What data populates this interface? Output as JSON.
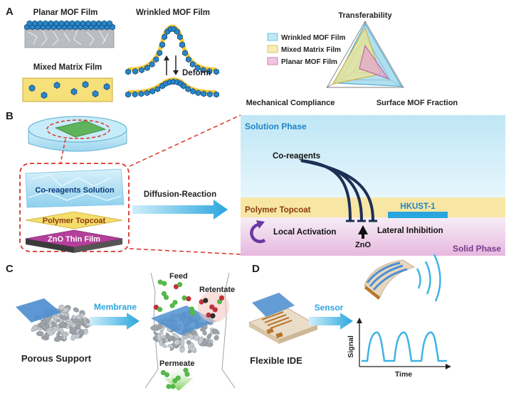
{
  "panel_labels": {
    "a": "A",
    "b": "B",
    "c": "C",
    "d": "D"
  },
  "panel_a": {
    "planar_title": "Planar MOF Film",
    "mixed_title": "Mixed Matrix Film",
    "wrinkled_title": "Wrinkled MOF Film",
    "deform_label": "Deform",
    "radar": {
      "axes": [
        "Transferability",
        "Surface MOF Fraction",
        "Mechanical Compliance"
      ],
      "legend": [
        "Wrinkled MOF Film",
        "Mixed Matrix Film",
        "Planar MOF Film"
      ],
      "series_colors": [
        "#8fd3ea",
        "#f2e48a",
        "#e6a3cf"
      ],
      "values": {
        "wrinkled": [
          0.95,
          0.95,
          0.8
        ],
        "mixed": [
          0.85,
          0.4,
          0.85
        ],
        "planar": [
          0.45,
          0.6,
          0.15
        ]
      }
    }
  },
  "panel_b": {
    "coreagents_solution": "Co-reagents Solution",
    "polymer_topcoat": "Polymer Topcoat",
    "zno_film": "ZnO Thin Film",
    "diffusion_reaction": "Diffusion-Reaction",
    "solution_phase": "Solution Phase",
    "coreagents": "Co-reagents",
    "polymer_topcoat_right": "Polymer Topcoat",
    "hkust": "HKUST-1",
    "local_activation": "Local Activation",
    "lateral_inhibition": "Lateral Inhibition",
    "zno": "ZnO",
    "solid_phase": "Solid Phase"
  },
  "panel_c": {
    "membrane": "Membrane",
    "feed": "Feed",
    "retentate": "Retentate",
    "porous_support": "Porous Support",
    "permeate": "Permeate"
  },
  "panel_d": {
    "sensor": "Sensor",
    "flexible_ide": "Flexible IDE",
    "signal_axis": "Signal",
    "time_axis": "Time"
  },
  "colors": {
    "mof_blue": "#2a86c9",
    "accent_cyan": "#3fb4e4",
    "purple": "#6a3aa0",
    "red_dash": "#d9342b",
    "navy": "#1d2f55"
  }
}
